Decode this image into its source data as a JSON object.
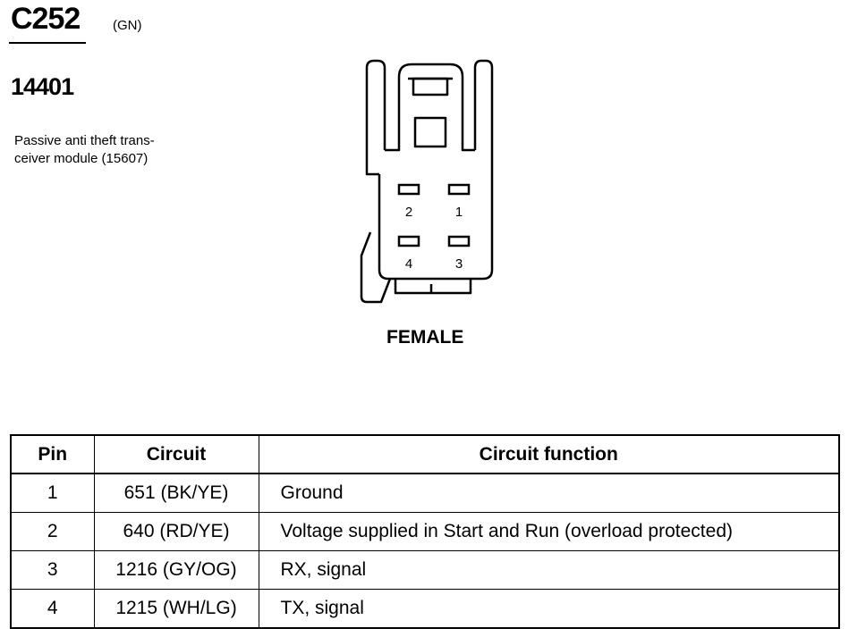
{
  "header": {
    "connector_id": "C252",
    "color_code": "(GN)",
    "part_number": "14401",
    "description_lines": [
      "Passive anti  theft trans-",
      "ceiver module (15607)"
    ]
  },
  "diagram": {
    "pins": [
      {
        "label": "2"
      },
      {
        "label": "1"
      },
      {
        "label": "4"
      },
      {
        "label": "3"
      }
    ],
    "gender_label": "FEMALE"
  },
  "table": {
    "headers": [
      "Pin",
      "Circuit",
      "Circuit function"
    ],
    "rows": [
      {
        "pin": "1",
        "circuit": "651 (BK/YE)",
        "function": "Ground"
      },
      {
        "pin": "2",
        "circuit": "640 (RD/YE)",
        "function": "Voltage supplied in Start and Run (overload protected)"
      },
      {
        "pin": "3",
        "circuit": "1216 (GY/OG)",
        "function": "RX, signal"
      },
      {
        "pin": "4",
        "circuit": "1215 (WH/LG)",
        "function": "TX, signal"
      }
    ]
  }
}
